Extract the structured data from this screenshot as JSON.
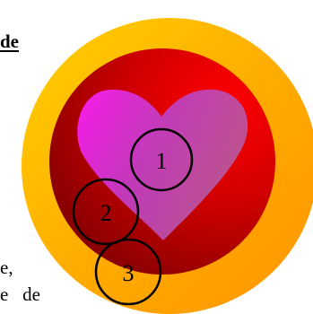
{
  "heading_fragment": "de",
  "body_text": {
    "line_1_fragment": "e,",
    "line_2_fragment": "e   de"
  },
  "diagram": {
    "regions": [
      {
        "id": "outer-ring",
        "colors": [
          "#ffcc00",
          "#ff9900"
        ]
      },
      {
        "id": "inner-disk",
        "colors": [
          "#ff0000",
          "#b00000",
          "#800000"
        ]
      },
      {
        "id": "heart",
        "colors": [
          "#ff22ff",
          "#b050c0",
          "#c060a0"
        ]
      }
    ],
    "labels": [
      "1",
      "2",
      "3"
    ]
  }
}
